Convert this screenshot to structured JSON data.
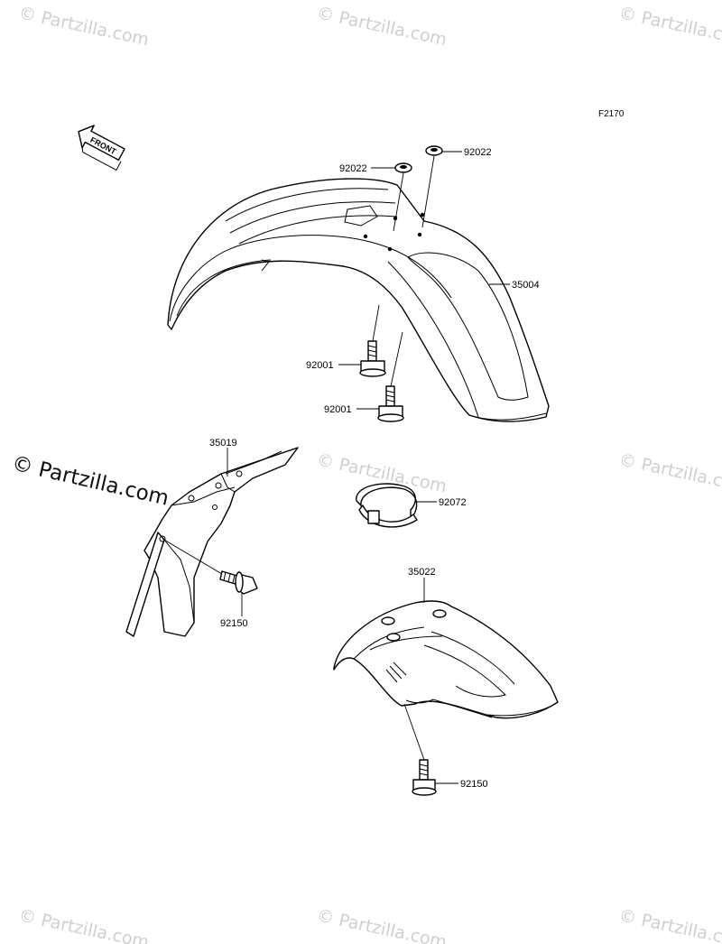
{
  "figure_code": "F2170",
  "front_arrow_label": "FRONT",
  "watermark": "© Partzilla.com",
  "callouts": {
    "c92022a": "92022",
    "c92022b": "92022",
    "c35004": "35004",
    "c92001a": "92001",
    "c92001b": "92001",
    "c35019": "35019",
    "c92072": "92072",
    "c92150a": "92150",
    "c35022": "35022",
    "c92150b": "92150"
  },
  "parts": [
    {
      "number": "35004",
      "description": "front fender"
    },
    {
      "number": "92022",
      "description": "washer"
    },
    {
      "number": "92001",
      "description": "bolt"
    },
    {
      "number": "35019",
      "description": "fender bracket"
    },
    {
      "number": "92072",
      "description": "band clamp"
    },
    {
      "number": "92150",
      "description": "flange bolt"
    },
    {
      "number": "35022",
      "description": "rear fender piece"
    }
  ]
}
